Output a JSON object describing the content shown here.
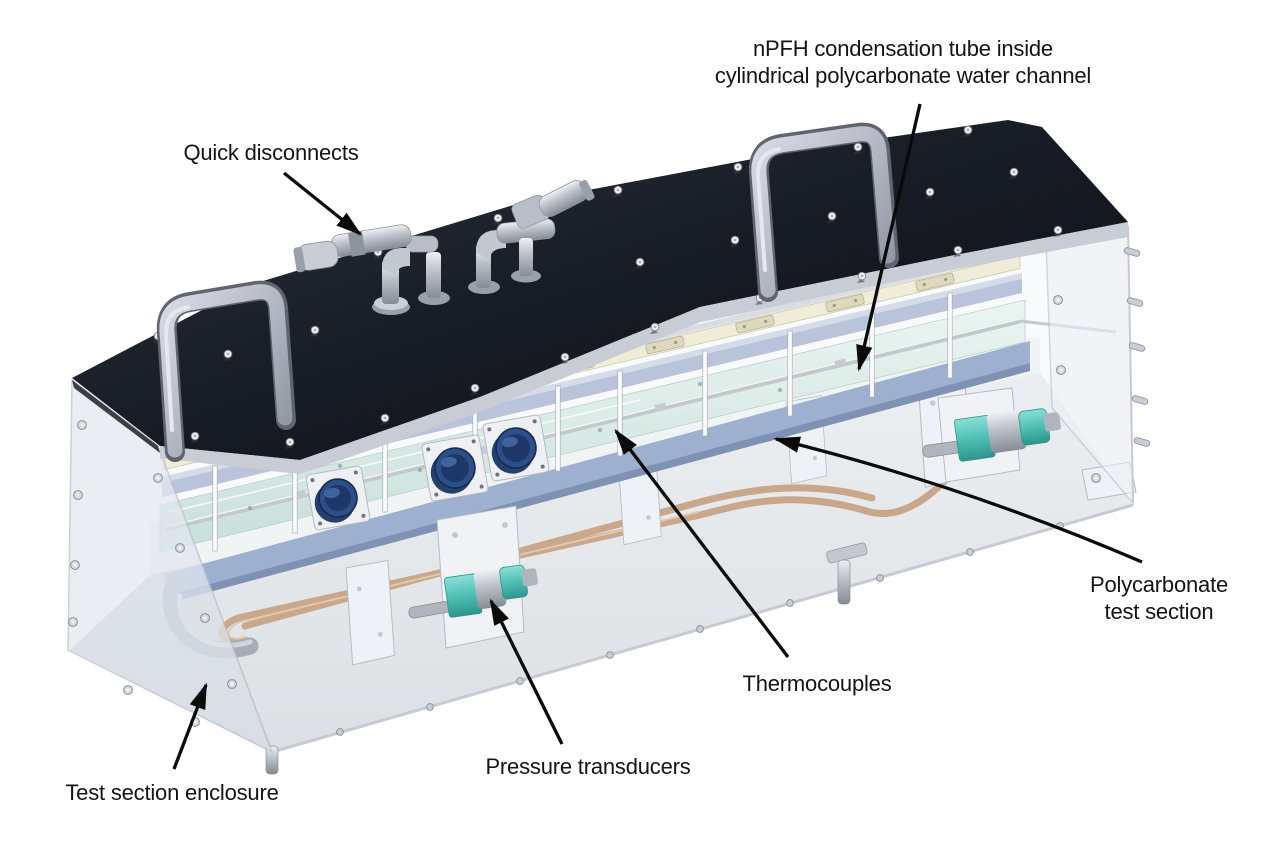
{
  "figure": {
    "type": "labeled-apparatus-diagram",
    "background": "#ffffff",
    "labels": {
      "npfh": {
        "line1": "nPFH condensation tube inside",
        "line2": "cylindrical polycarbonate water channel"
      },
      "quick_disconnects": {
        "text": "Quick disconnects"
      },
      "polycarbonate": {
        "line1": "Polycarbonate",
        "line2": "test section"
      },
      "thermocouples": {
        "text": "Thermocouples"
      },
      "pressure_transducers": {
        "text": "Pressure transducers"
      },
      "test_section_enclosure": {
        "text": "Test section enclosure"
      }
    },
    "colors": {
      "annotation": "#0a0a0a",
      "top_plate": "#171b23",
      "handle": "#b7bbc9",
      "enclosure_glass": "#e8ecf2",
      "channel_glass": "#d7e9e4",
      "rail_blue": "#a9b7d4",
      "connector_blue": "#2c4f88",
      "transducer_teal": "#4fbfb4",
      "copper_tube": "#c9a78a",
      "fitting_metal": "#b9bec6"
    }
  }
}
